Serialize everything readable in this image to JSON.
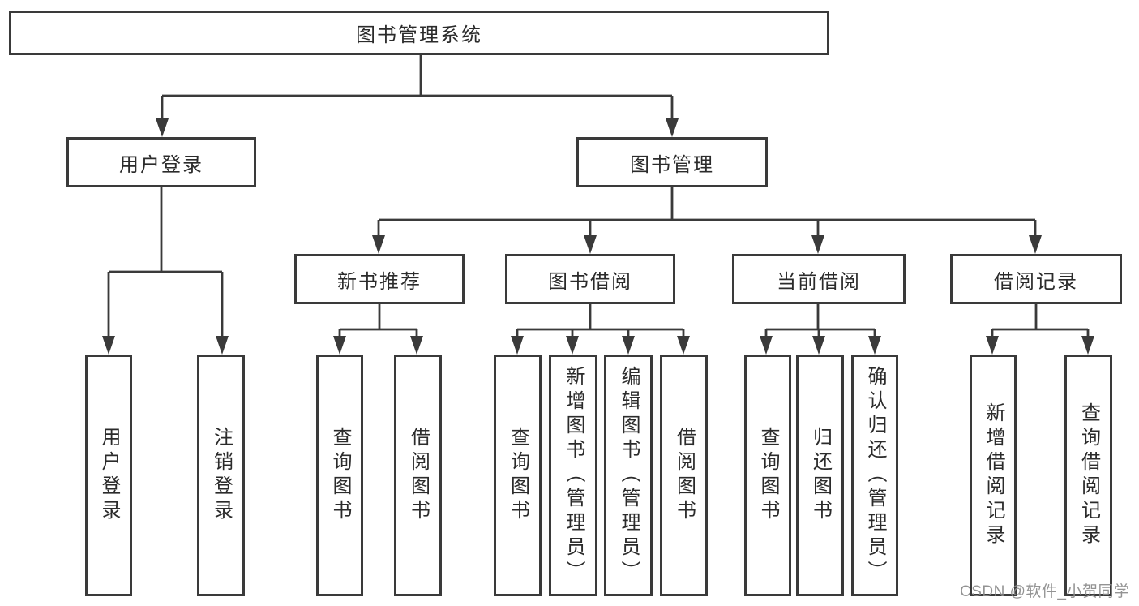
{
  "diagram": {
    "root": {
      "label": "图书管理系统"
    },
    "branches": [
      {
        "label": "用户登录",
        "children": [
          {
            "label": "用户登录"
          },
          {
            "label": "注销登录"
          }
        ]
      },
      {
        "label": "图书管理",
        "children": [
          {
            "label": "新书推荐",
            "children": [
              {
                "label": "查询图书"
              },
              {
                "label": "借阅图书"
              }
            ]
          },
          {
            "label": "图书借阅",
            "children": [
              {
                "label": "查询图书"
              },
              {
                "label": "新增图书（管理员）"
              },
              {
                "label": "编辑图书（管理员）"
              },
              {
                "label": "借阅图书"
              }
            ]
          },
          {
            "label": "当前借阅",
            "children": [
              {
                "label": "查询图书"
              },
              {
                "label": "归还图书"
              },
              {
                "label": "确认归还（管理员）"
              }
            ]
          },
          {
            "label": "借阅记录",
            "children": [
              {
                "label": "新增借阅记录"
              },
              {
                "label": "查询借阅记录"
              }
            ]
          }
        ]
      }
    ]
  },
  "watermark": {
    "text": "CSDN @软件_小贺同学"
  },
  "colors": {
    "border": "#3a3a3a",
    "line": "#3a3a3a",
    "text": "#2b2b2b",
    "watermark": "#8a8a8a",
    "background": "#ffffff"
  }
}
